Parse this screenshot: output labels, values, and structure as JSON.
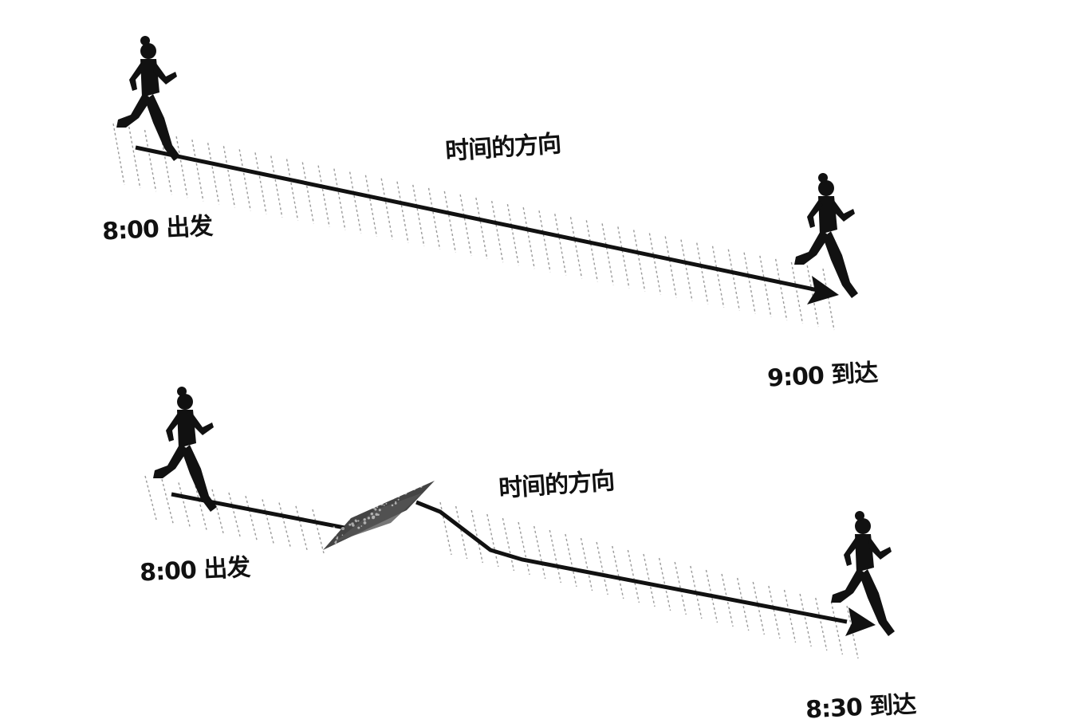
{
  "diagram": {
    "colors": {
      "ink": "#111111",
      "hatch": "#9a9a9a",
      "background": "#ffffff"
    },
    "top": {
      "direction_label": "时间的方向",
      "start_label": "8:00 出发",
      "end_label": "9:00 到达",
      "icons": [
        "runner-icon",
        "runner-icon"
      ]
    },
    "bottom": {
      "direction_label": "时间的方向",
      "start_label": "8:00 出发",
      "end_label": "8:30 到达",
      "icons": [
        "runner-icon",
        "runner-icon",
        "fold-shortcut-icon"
      ]
    }
  }
}
